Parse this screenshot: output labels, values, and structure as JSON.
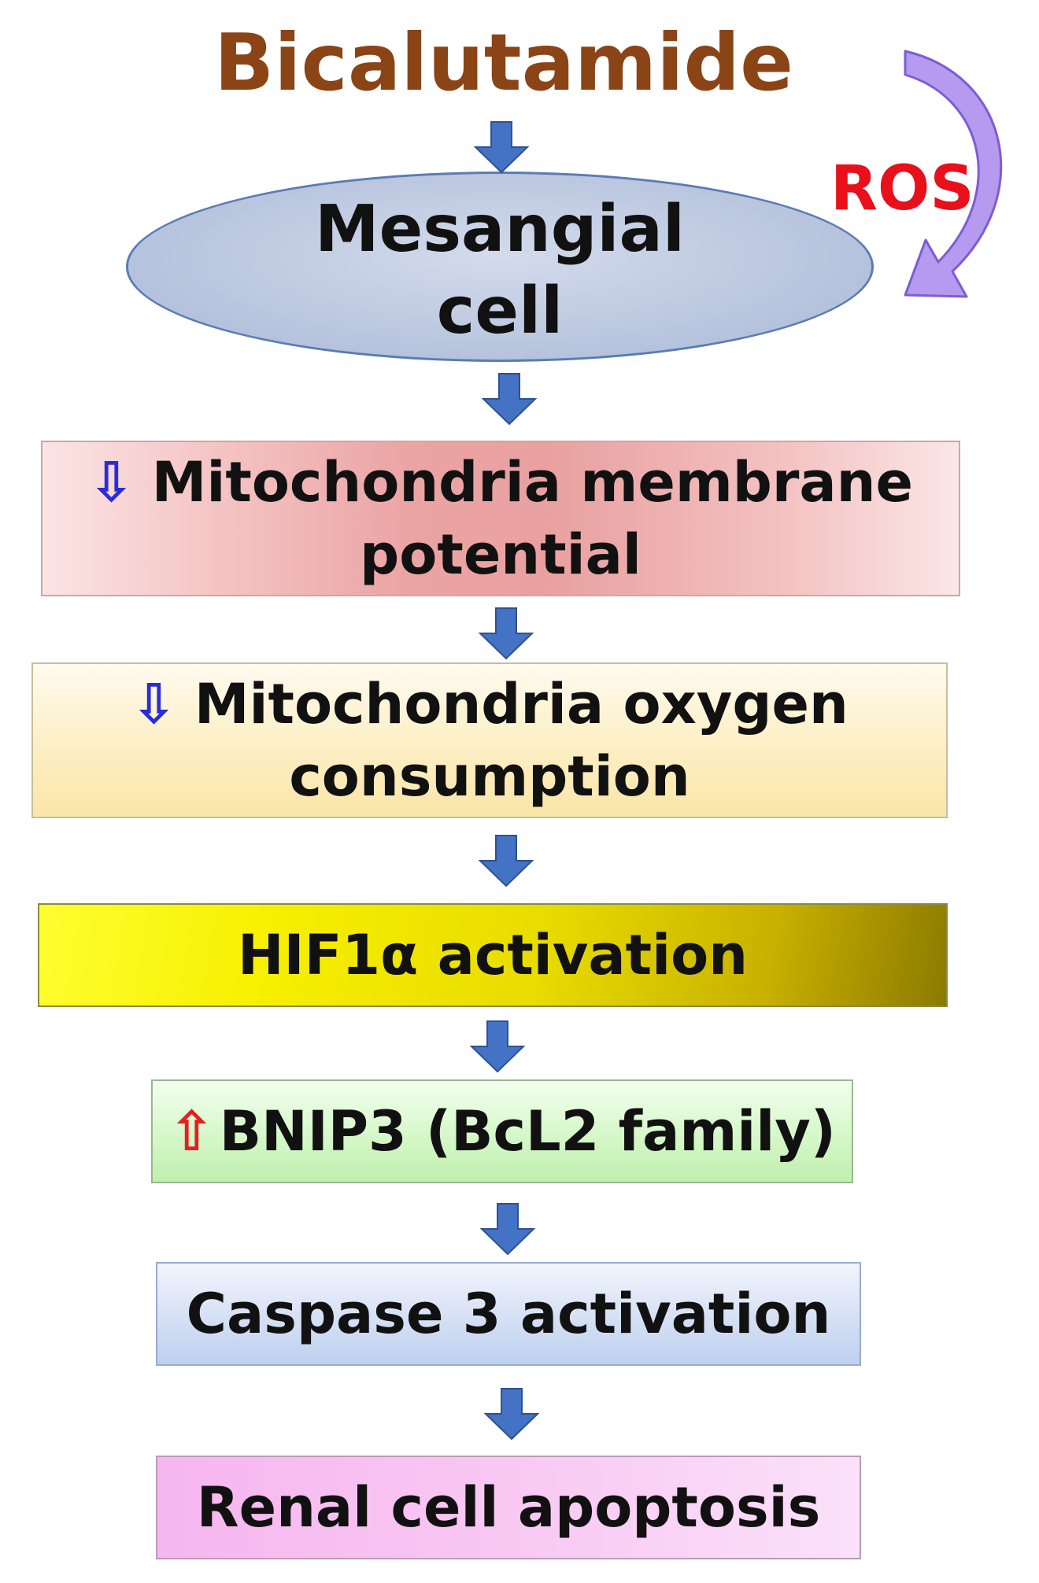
{
  "diagram": {
    "title": "Bicalutamide",
    "feedback_label": "ROS",
    "cell": {
      "line1": "Mesangial",
      "line2": "cell"
    },
    "steps": [
      {
        "indicator": "⇩",
        "text": "Mitochondria membrane potential"
      },
      {
        "indicator": "⇩",
        "text": "Mitochondria oxygen consumption"
      },
      {
        "text": "HIF1α activation"
      },
      {
        "indicator": "⇧",
        "text": "BNIP3 (BcL2 family)"
      },
      {
        "text": "Caspase 3 activation"
      },
      {
        "text": "Renal cell apoptosis"
      }
    ]
  },
  "colors": {
    "title": "#8a4416",
    "ros": "#e8101a",
    "flow_arrow": "#4472c4",
    "ros_arrow": "#a98ee8",
    "decrease_indicator": "#2b2bd8",
    "increase_indicator": "#e32020"
  }
}
